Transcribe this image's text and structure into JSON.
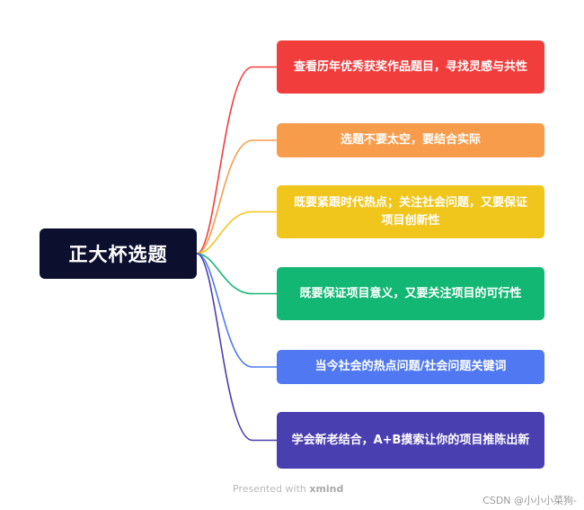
{
  "root": {
    "label": "正大杯选题"
  },
  "branches": [
    {
      "label": "查看历年优秀获奖作品题目，寻找灵感与共性",
      "color": "#f23d3d"
    },
    {
      "label": "选题不要太空，要结合实际",
      "color": "#f79c4a"
    },
    {
      "label": "既要紧跟时代热点；关注社会问题，又要保证项目创新性",
      "color": "#f0c51c"
    },
    {
      "label": "既要保证项目意义，又要关注项目的可行性",
      "color": "#13b774"
    },
    {
      "label": "当今社会的热点问题/社会问题关键词",
      "color": "#4f78f2"
    },
    {
      "label": "学会新老结合，A+B摸索让你的项目推陈出新",
      "color": "#4a3fb0"
    }
  ],
  "footer": {
    "prefix": "Presented with",
    "brand": "xmind"
  },
  "watermark": "CSDN @小小小菜狗-"
}
